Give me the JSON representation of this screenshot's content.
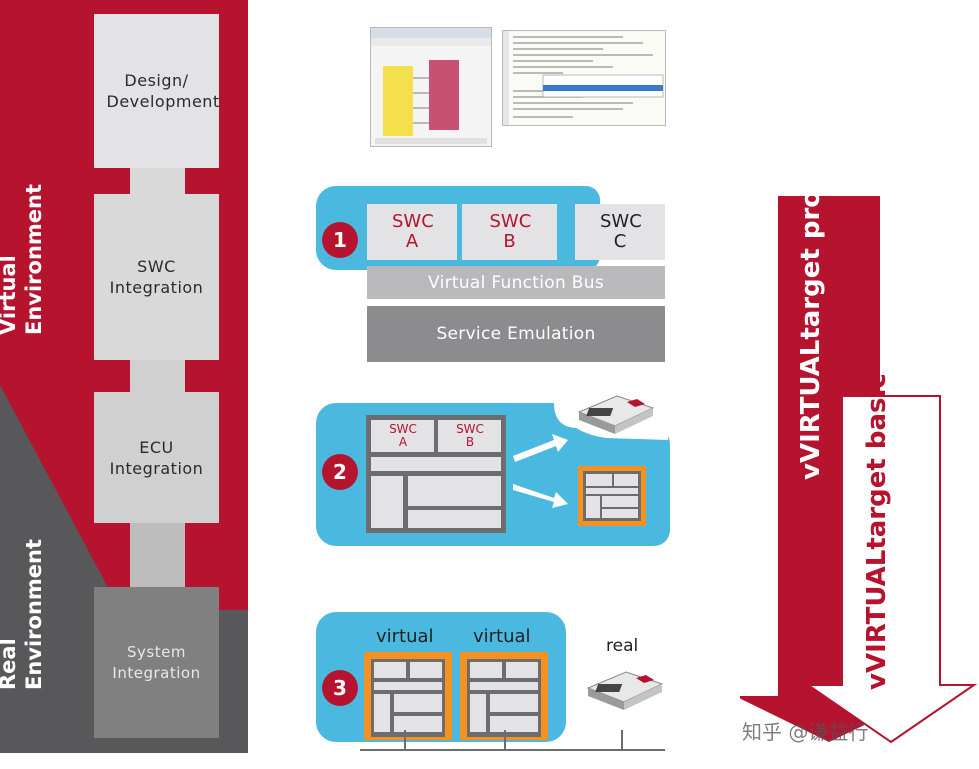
{
  "left": {
    "virtual_env": "Virtual Environment",
    "real_env": "Real Environment",
    "stages": [
      {
        "label": "Design/ Development"
      },
      {
        "label": "SWC Integration"
      },
      {
        "label": "ECU Integration"
      },
      {
        "label": "System Integration"
      }
    ]
  },
  "step1": {
    "number": "1",
    "swc_a": "SWC A",
    "swc_b": "SWC B",
    "swc_c": "SWC C",
    "vfb": "Virtual Function Bus",
    "service": "Service Emulation"
  },
  "step2": {
    "number": "2",
    "swc_a": "SWC A",
    "swc_b": "SWC B"
  },
  "step3": {
    "number": "3",
    "virtual_1": "virtual",
    "virtual_2": "virtual",
    "real": "real"
  },
  "products": {
    "pro": "vVIRTUALtarget pro",
    "basic": "vVIRTUALtarget basic"
  },
  "watermark": "知乎 @谦益行",
  "colors": {
    "brand_red": "#b5132e",
    "dark_grey": "#58585a",
    "light_blue": "#4bb9df",
    "orange": "#f39222"
  }
}
